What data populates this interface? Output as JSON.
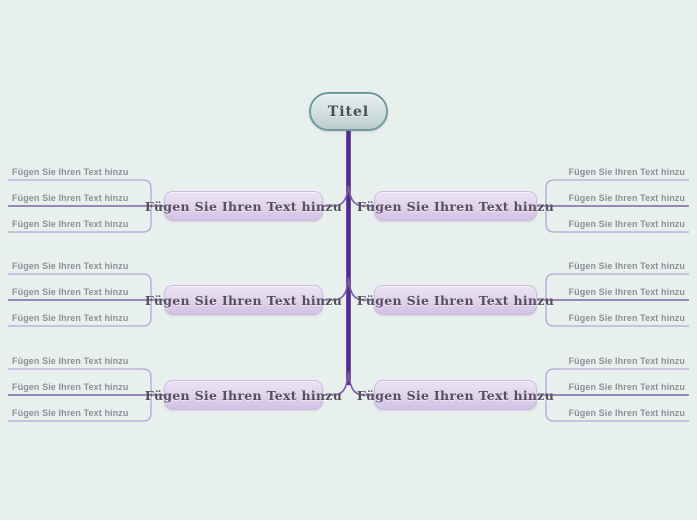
{
  "canvas": {
    "background_color": "#e8f0ee"
  },
  "root": {
    "label": "Titel"
  },
  "colors": {
    "trunk": "#53298c",
    "branch_line": "#7b58ab",
    "child_connector_dark": "#7e62ab",
    "child_connector_light": "#b4a5d6",
    "branch_fill_top": "#ece3f4",
    "branch_fill_bottom": "#d3c1e3",
    "branch_text": "#56505e",
    "child_text": "#8f8f98",
    "root_fill_top": "#e7eeee",
    "root_fill_bottom": "#bccdce",
    "root_border": "#729a9c"
  },
  "branches": {
    "left": [
      {
        "label": "Fügen Sie Ihren Text hinzu",
        "children": [
          "Fügen Sie Ihren Text hinzu",
          "Fügen Sie Ihren Text hinzu",
          "Fügen Sie Ihren Text hinzu"
        ]
      },
      {
        "label": "Fügen Sie Ihren Text hinzu",
        "children": [
          "Fügen Sie Ihren Text hinzu",
          "Fügen Sie Ihren Text hinzu",
          "Fügen Sie Ihren Text hinzu"
        ]
      },
      {
        "label": "Fügen Sie Ihren Text hinzu",
        "children": [
          "Fügen Sie Ihren Text hinzu",
          "Fügen Sie Ihren Text hinzu",
          "Fügen Sie Ihren Text hinzu"
        ]
      }
    ],
    "right": [
      {
        "label": "Fügen Sie Ihren Text hinzu",
        "children": [
          "Fügen Sie Ihren Text hinzu",
          "Fügen Sie Ihren Text hinzu",
          "Fügen Sie Ihren Text hinzu"
        ]
      },
      {
        "label": "Fügen Sie Ihren Text hinzu",
        "children": [
          "Fügen Sie Ihren Text hinzu",
          "Fügen Sie Ihren Text hinzu",
          "Fügen Sie Ihren Text hinzu"
        ]
      },
      {
        "label": "Fügen Sie Ihren Text hinzu",
        "children": [
          "Fügen Sie Ihren Text hinzu",
          "Fügen Sie Ihren Text hinzu",
          "Fügen Sie Ihren Text hinzu"
        ]
      }
    ]
  }
}
